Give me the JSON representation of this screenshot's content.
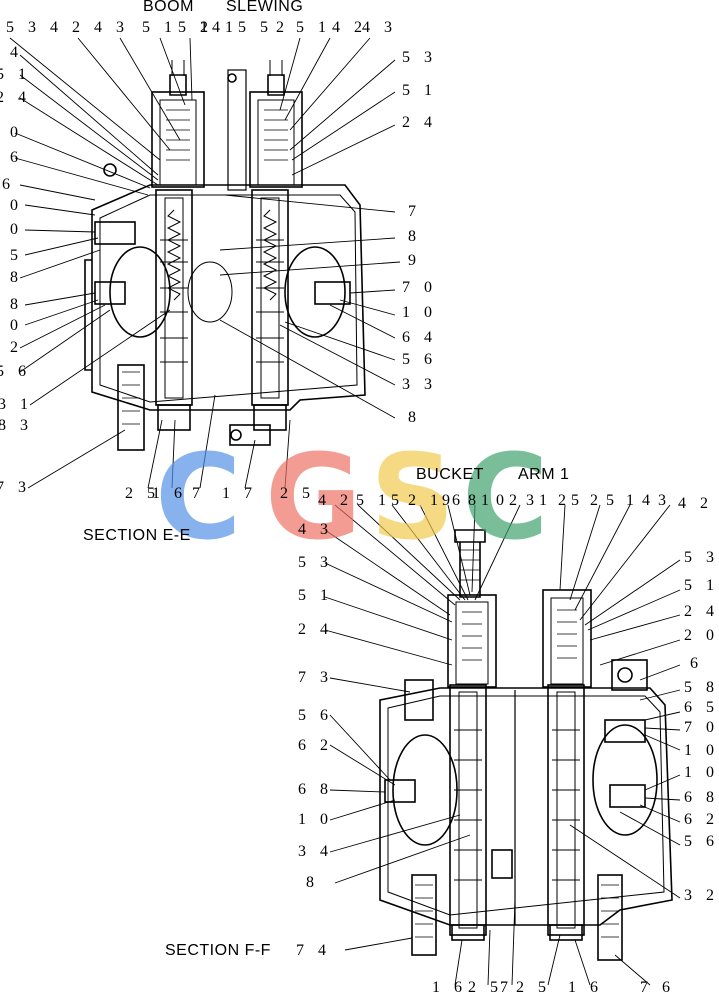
{
  "diagram": {
    "upper": {
      "headers": [
        "BOOM",
        "SLEWING"
      ],
      "section": "SECTION",
      "section_id": "E-E",
      "top_left_labels": [
        "5 3",
        "4 2",
        "4 3",
        "5 1",
        "5 2",
        "1",
        "41",
        "5 5",
        "2",
        "5 1",
        "4 2",
        "4 3"
      ],
      "left_labels": [
        "4",
        "5 1",
        "2 4",
        "0",
        "6",
        "6",
        "0",
        "0",
        "5",
        "8",
        "8",
        "0",
        "2",
        "5 6",
        "3 1",
        "8 3",
        "7 3"
      ],
      "right_labels": [
        "5 3",
        "5 1",
        "2 4",
        "7",
        "8",
        "9",
        "7 0",
        "1 0",
        "6 4",
        "5 6",
        "3 3",
        "8"
      ],
      "bottom_labels": [
        "2 5",
        "1 6",
        "7",
        "1 7",
        "2 5"
      ]
    },
    "lower": {
      "headers": [
        "BUCKET",
        "ARM 1"
      ],
      "section": "SECTION",
      "section_id": "F-F",
      "top_labels": [
        "4 2",
        "5",
        "15",
        "2 1",
        "9",
        "6",
        "81",
        "02",
        "31",
        "25",
        "2",
        "5",
        "1",
        "4",
        "3",
        "4 2"
      ],
      "left_labels": [
        "4 3",
        "5 3",
        "5 1",
        "2 4",
        "7 3",
        "5 6",
        "6 2",
        "6 8",
        "1 0",
        "3 4",
        "8",
        "7 4"
      ],
      "right_labels": [
        "5 3",
        "5 1",
        "2 4",
        "2 0",
        "6",
        "5 8",
        "6 5",
        "7 0",
        "1 0",
        "1 0",
        "6 8",
        "6 2",
        "5 6",
        "3 2"
      ],
      "bottom_labels": [
        "1 6",
        "2 5",
        "7",
        "2 5",
        "1 6",
        "7 6"
      ]
    },
    "watermark": {
      "letters": [
        "C",
        "G",
        "S",
        "C"
      ],
      "colors": [
        "#4f8fe6",
        "#ee6e62",
        "#f2c84a",
        "#3aa06a"
      ]
    }
  }
}
